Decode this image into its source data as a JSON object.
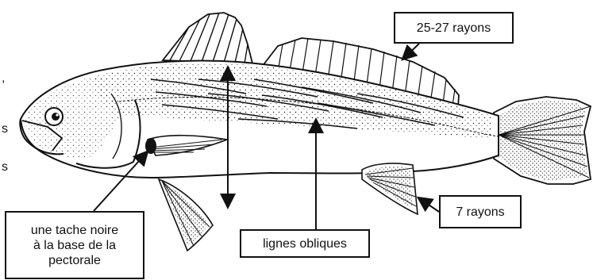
{
  "labels": {
    "dorsal_rays": "25-27 rayons",
    "anal_rays": "7 rayons",
    "oblique_lines": "lignes obliques",
    "pectoral_spot": [
      "une tache noire",
      "à la base de la",
      "pectorale"
    ]
  },
  "edge_fragments": [
    ",",
    "s",
    "s"
  ],
  "colors": {
    "ink": "#111111",
    "background": "#ffffff"
  }
}
